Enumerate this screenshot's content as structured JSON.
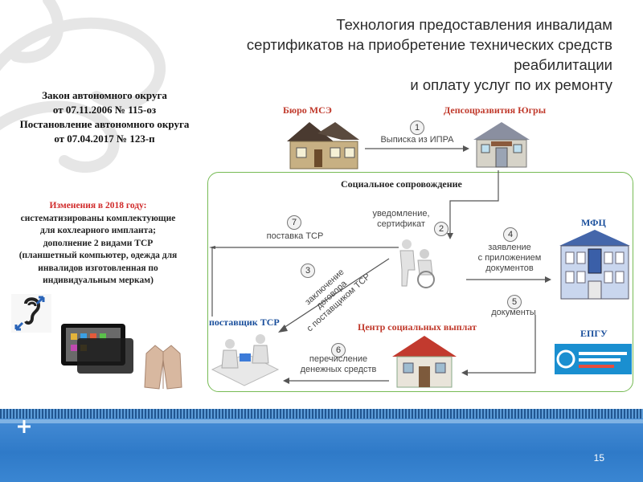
{
  "title": {
    "line1": "Технология предоставления инвалидам",
    "line2": "сертификатов на приобретение технических средств реабилитации",
    "line3": "и оплату услуг по их ремонту"
  },
  "law": {
    "line1": "Закон автономного округа",
    "line2": "от 07.11.2006 № 115-оз",
    "line3": "Постановление автономного  округа",
    "line4": "от 07.04.2017 № 123-п"
  },
  "changes": {
    "heading": "Изменения в 2018 году:",
    "line1": "систематизированы комплектующие",
    "line2": "для кохлеарного импланта;",
    "line3": "дополнение 2 видами ТСР",
    "line4": "(планшетный компьютер, одежда для",
    "line5": "инвалидов изготовленная по",
    "line6": "индивидуальным меркам)"
  },
  "nodes": {
    "buro": "Бюро МСЭ",
    "depsoc": "Депсоцразвития Югры",
    "mfc": "МФЦ",
    "epgu": "ЕПГУ",
    "center": "Центр социальных выплат",
    "supplier": "поставщик ТСР",
    "support": "Социальное сопровождение"
  },
  "steps": {
    "s1": {
      "num": "1",
      "text": "Выписка из ИПРА"
    },
    "s2": {
      "num": "2",
      "line1": "уведомление,",
      "line2": "сертификат"
    },
    "s3": {
      "num": "3",
      "line1": "заключение",
      "line2": "договора",
      "line3": "с  поставщиком ТСР"
    },
    "s4": {
      "num": "4",
      "line1": "заявление",
      "line2": "с приложением",
      "line3": "документов"
    },
    "s5": {
      "num": "5",
      "text": "документы"
    },
    "s6": {
      "num": "6",
      "line1": "перечисление",
      "line2": "денежных средств"
    },
    "s7": {
      "num": "7",
      "text": "поставка ТСР"
    }
  },
  "page_number": "15",
  "colors": {
    "accent_red": "#c0392b",
    "accent_blue": "#1a4f9c",
    "box_green": "#77bb55",
    "footer_blue": "#3a86d2"
  }
}
